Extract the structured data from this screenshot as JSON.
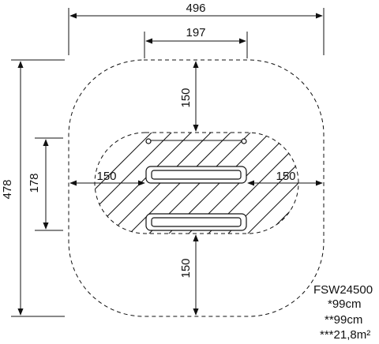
{
  "dimensions": {
    "overall_width": "496",
    "equipment_width": "197",
    "clearance_top": "150",
    "clearance_bottom": "150",
    "clearance_left": "150",
    "clearance_right": "150",
    "overall_depth": "478",
    "equipment_depth": "178"
  },
  "info": {
    "model": "FSW24500",
    "line1": "*99cm",
    "line2": "**99cm",
    "line3": "***21,8m²"
  }
}
